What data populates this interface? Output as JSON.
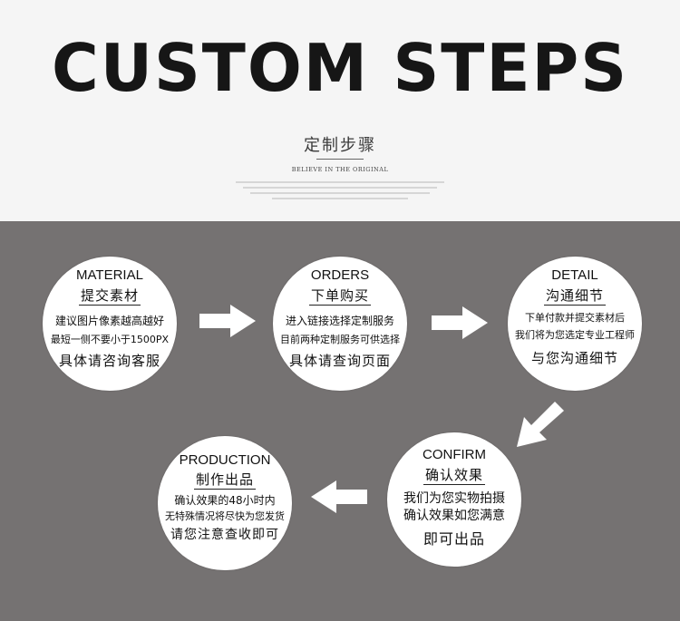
{
  "header": {
    "title": "CUSTOM STEPS",
    "subtitle_cn": "定制步骤",
    "subtitle_en": "BELIEVE IN THE ORIGINAL"
  },
  "steps": [
    {
      "en": "MATERIAL",
      "cn": "提交素材",
      "line1": "建议图片像素越高越好",
      "line2": "最短一侧不要小于1500PX",
      "line3": "具体请咨询客服"
    },
    {
      "en": "ORDERS",
      "cn": "下单购买",
      "line1": "进入链接选择定制服务",
      "line2": "目前两种定制服务可供选择",
      "line3": "具体请查询页面"
    },
    {
      "en": "DETAIL",
      "cn": "沟通细节",
      "line1": "下单付款并提交素材后",
      "line2": "我们将为您选定专业工程师",
      "line3": "与您沟通细节"
    },
    {
      "en": "CONFIRM",
      "cn": "确认效果",
      "line1": "我们为您实物拍摄",
      "line2": "确认效果如您满意",
      "line3": "即可出品"
    },
    {
      "en": "PRODUCTION",
      "cn": "制作出品",
      "line1": "确认效果的48小时内",
      "line2": "无特殊情况将尽快为您发货",
      "line3": "请您注意查收即可"
    }
  ],
  "colors": {
    "panel": "#757272",
    "circle": "#ffffff",
    "arrow": "#ffffff"
  },
  "icons": [
    "arrow-right-icon",
    "arrow-down-left-icon",
    "arrow-left-icon"
  ]
}
